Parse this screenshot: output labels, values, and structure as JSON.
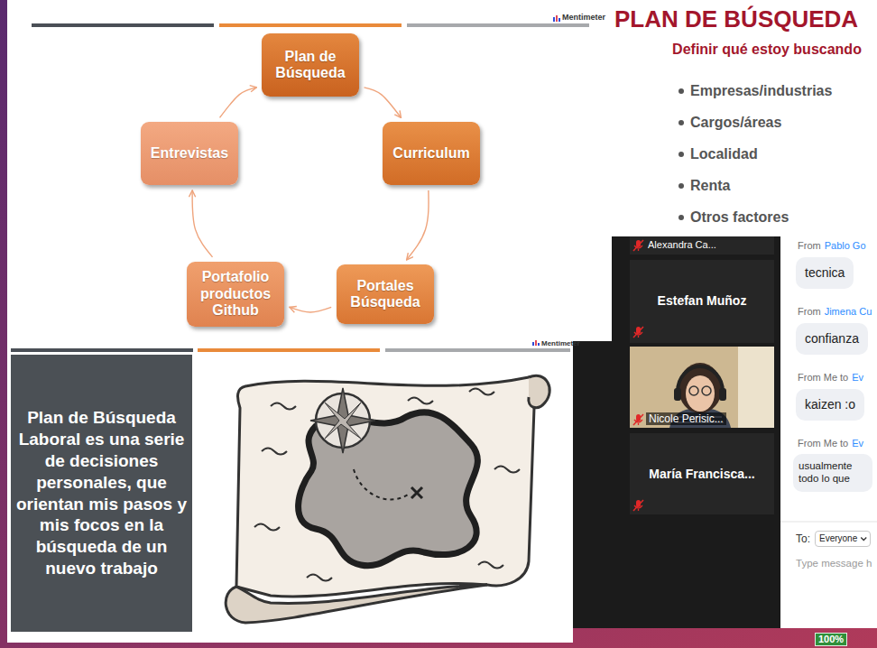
{
  "diagram": {
    "nodes": [
      {
        "text": [
          "Plan de Búsqueda"
        ]
      },
      {
        "text": [
          "Curriculum"
        ]
      },
      {
        "text": [
          "Portales Búsqueda"
        ]
      },
      {
        "text": [
          "Portafolio productos Github"
        ]
      },
      {
        "text": [
          "Entrevistas"
        ]
      },
      {
        "text": [
          "Plan de Búsqueda Laboral es una serie de decisiones personales, que orientan mis pasos y mis focos en la búsqueda de un nuevo trabajo"
        ]
      }
    ],
    "edges": [
      {
        "from": 0,
        "to": 1,
        "arrow": "to"
      },
      {
        "from": 1,
        "to": 2,
        "arrow": "to"
      },
      {
        "from": 2,
        "to": 3,
        "arrow": "to"
      },
      {
        "from": 3,
        "to": 4,
        "arrow": "to"
      },
      {
        "from": 4,
        "to": 0,
        "arrow": "to"
      }
    ],
    "labels": [
      "Mentimeter",
      "PLAN DE BÚSQUEDA",
      "Definir qué estoy buscando",
      "Empresas/industrias",
      "Cargos/áreas",
      "Localidad",
      "Renta",
      "Otros factores",
      "Mentimeter",
      "Alexandra Ca...",
      "Estefan Muñoz",
      "Nicole Perisic...",
      "María Francisca...",
      "From",
      "Pablo Go",
      "tecnica",
      "From",
      "Jimena Cu",
      "confianza",
      "From Me to",
      "Ev",
      "kaizen :o",
      "From Me to",
      "Ev",
      "usualmente todo lo que",
      "To:",
      "Everyone",
      "Type message h",
      "100%"
    ]
  }
}
